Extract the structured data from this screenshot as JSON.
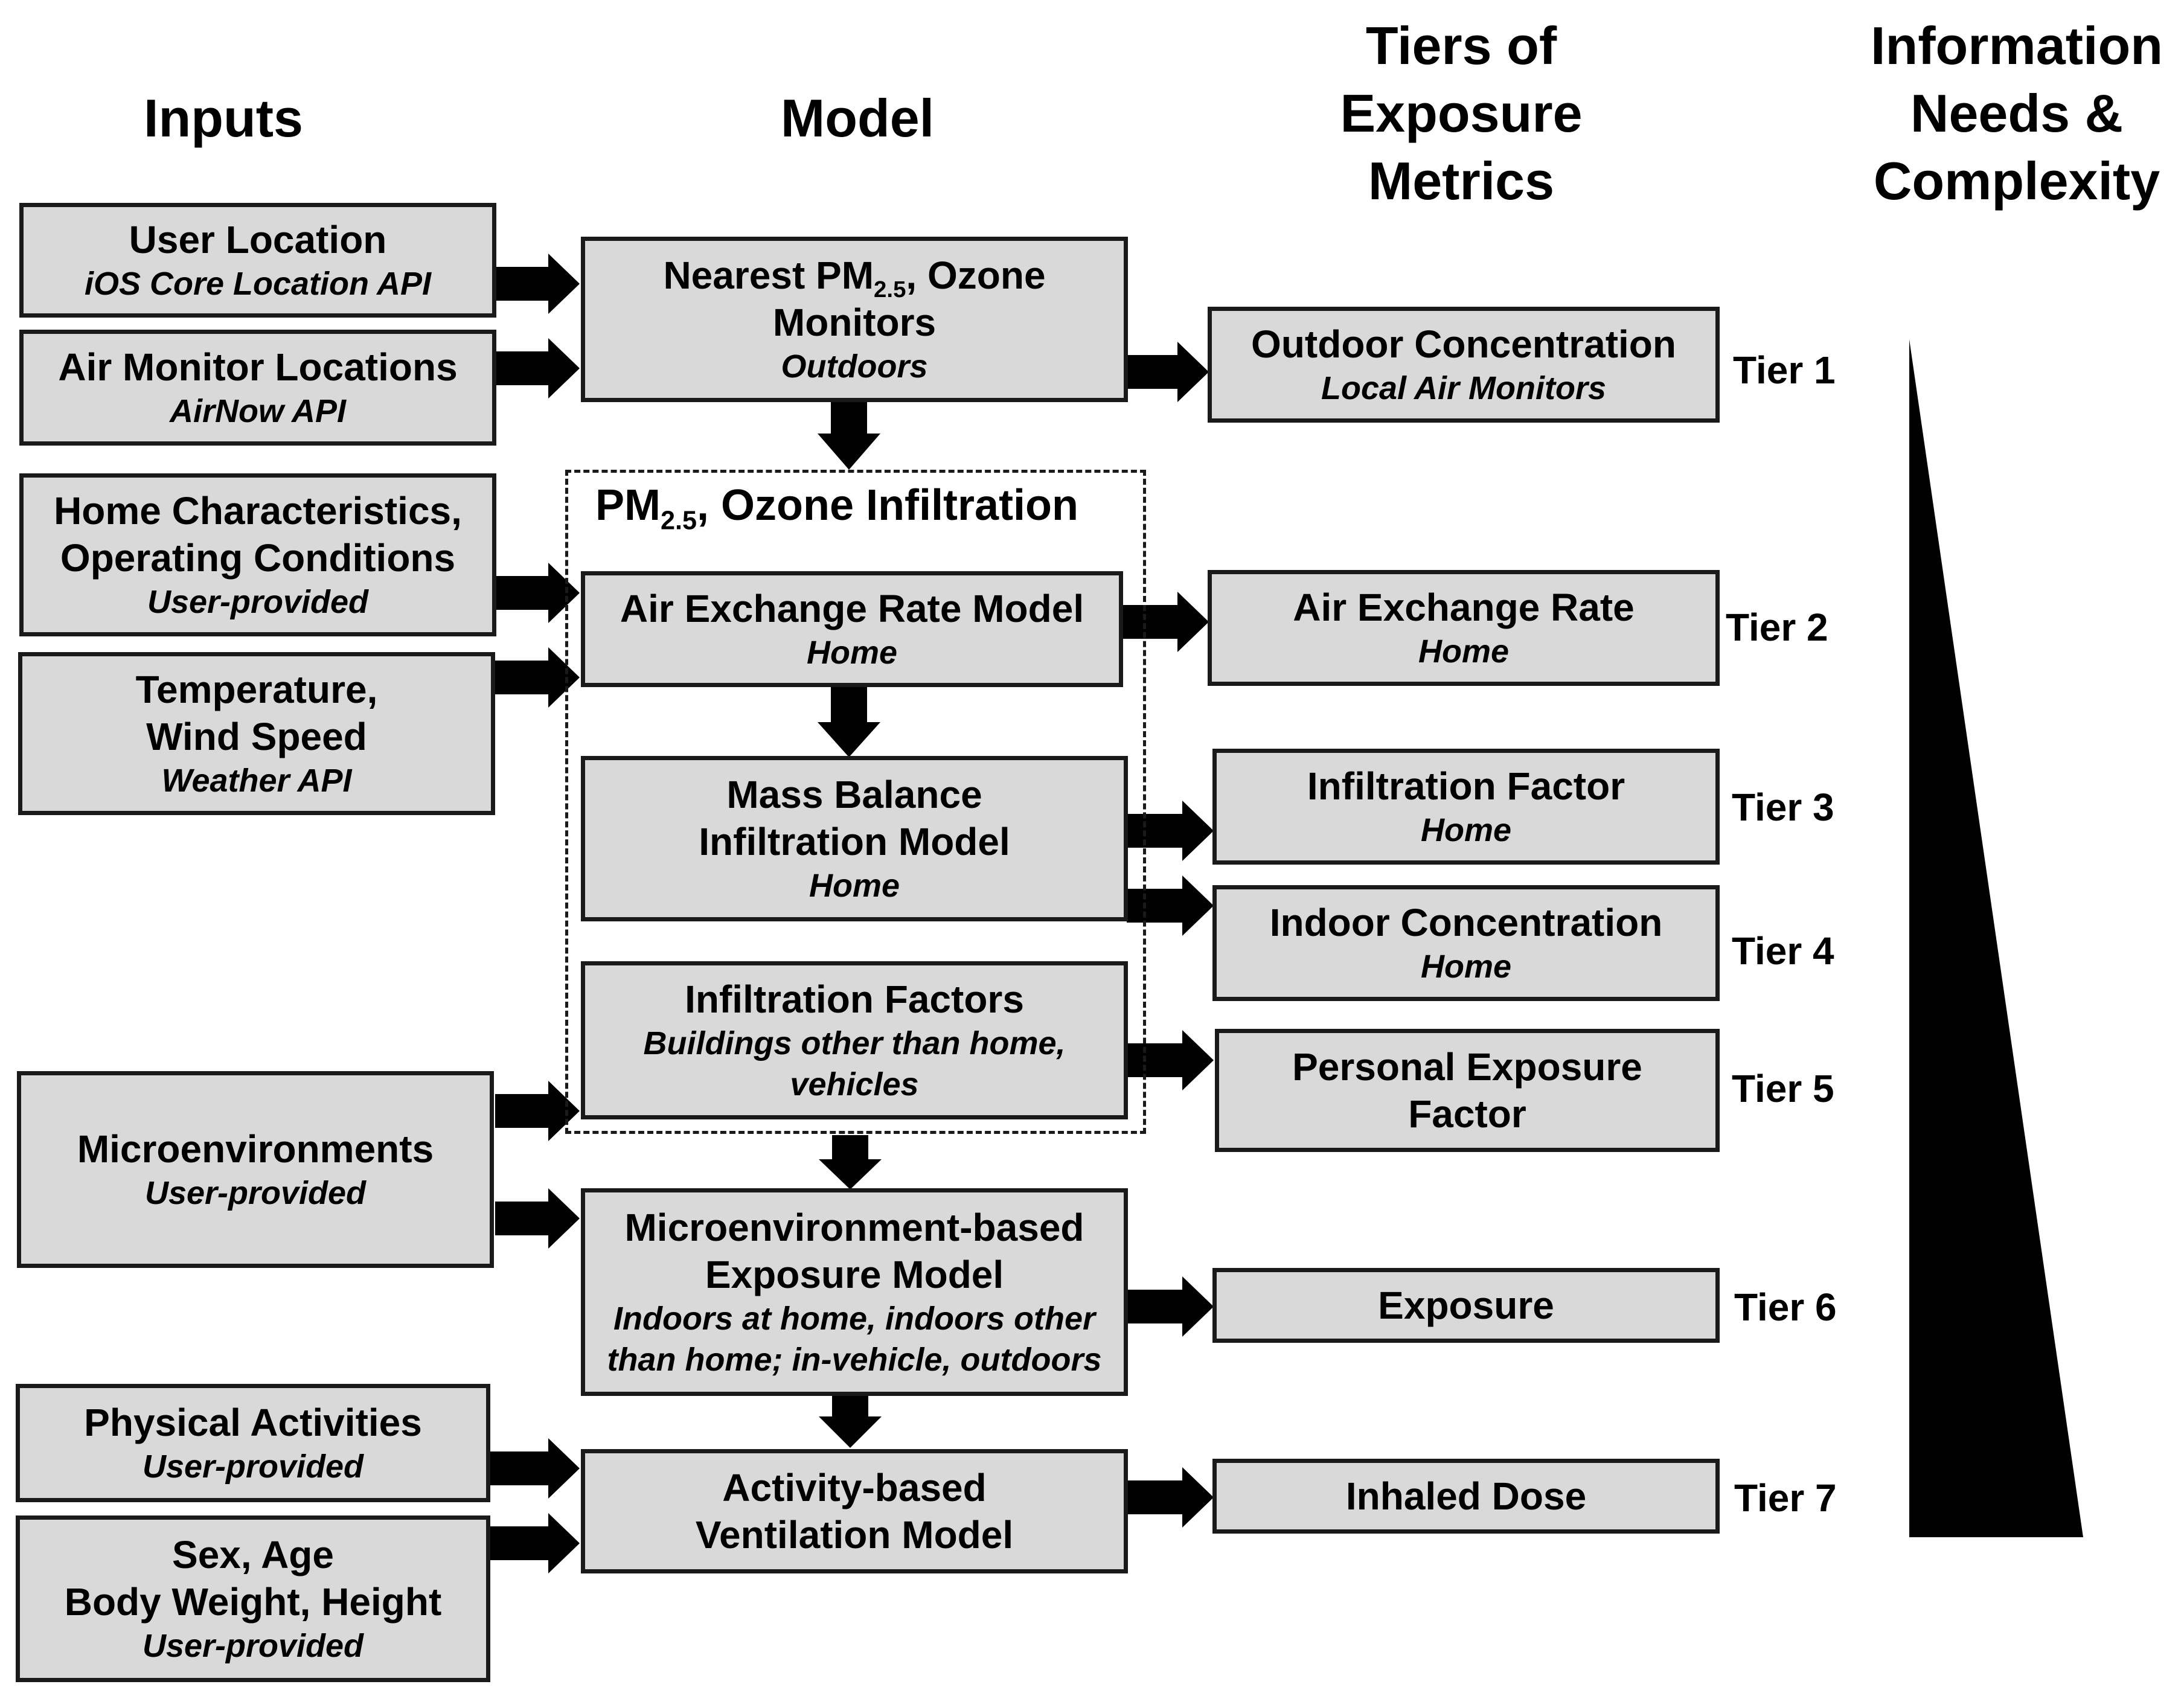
{
  "headers": {
    "inputs": "Inputs",
    "model": "Model",
    "tiers": [
      "Tiers of",
      "Exposure",
      "Metrics"
    ],
    "info": [
      "Information",
      "Needs &",
      "Complexity"
    ]
  },
  "inputs": {
    "user_location": {
      "title": "User Location",
      "sub": "iOS Core Location API"
    },
    "air_monitor": {
      "title": "Air Monitor Locations",
      "sub": "AirNow API"
    },
    "home_char": {
      "title1": "Home Characteristics,",
      "title2": "Operating Conditions",
      "sub": "User-provided"
    },
    "temp": {
      "title1": "Temperature,",
      "title2": "Wind Speed",
      "sub": "Weather API"
    },
    "micro": {
      "title": "Microenvironments",
      "sub": "User-provided"
    },
    "phys": {
      "title": "Physical Activities",
      "sub": "User-provided"
    },
    "sex": {
      "title1": "Sex, Age",
      "title2": "Body Weight, Height",
      "sub": "User-provided"
    }
  },
  "model": {
    "nearest": {
      "pre": "Nearest PM",
      "subscript": "2.5",
      "post": ", Ozone",
      "line2": "Monitors",
      "sub": "Outdoors"
    },
    "infiltration_group": {
      "pre": "PM",
      "subscript": "2.5",
      "post": ", Ozone Infiltration"
    },
    "aer": {
      "title": "Air Exchange Rate Model",
      "sub": "Home"
    },
    "mass": {
      "title1": "Mass Balance",
      "title2": "Infiltration Model",
      "sub": "Home"
    },
    "inf_factors": {
      "title": "Infiltration Factors",
      "sub1": "Buildings other than home,",
      "sub2": "vehicles"
    },
    "micro_model": {
      "title1": "Microenvironment-based",
      "title2": "Exposure Model",
      "sub1": "Indoors at home, indoors other",
      "sub2": "than home; in-vehicle, outdoors"
    },
    "activity": {
      "title1": "Activity-based",
      "title2": "Ventilation Model"
    }
  },
  "metrics": {
    "outdoor": {
      "title": "Outdoor Concentration",
      "sub": "Local Air Monitors",
      "tier": "Tier 1"
    },
    "aer": {
      "title": "Air Exchange Rate",
      "sub": "Home",
      "tier": "Tier 2"
    },
    "inf_factor": {
      "title": "Infiltration Factor",
      "sub": "Home",
      "tier": "Tier 3"
    },
    "indoor": {
      "title": "Indoor Concentration",
      "sub": "Home",
      "tier": "Tier 4"
    },
    "personal": {
      "title1": "Personal Exposure",
      "title2": "Factor",
      "tier": "Tier 5"
    },
    "exposure": {
      "title": "Exposure",
      "tier": "Tier 6"
    },
    "dose": {
      "title": "Inhaled Dose",
      "tier": "Tier 7"
    }
  },
  "colors": {
    "box_fill": "#d9d9d9",
    "border": "#1a1a1a",
    "arrow": "#000000"
  }
}
